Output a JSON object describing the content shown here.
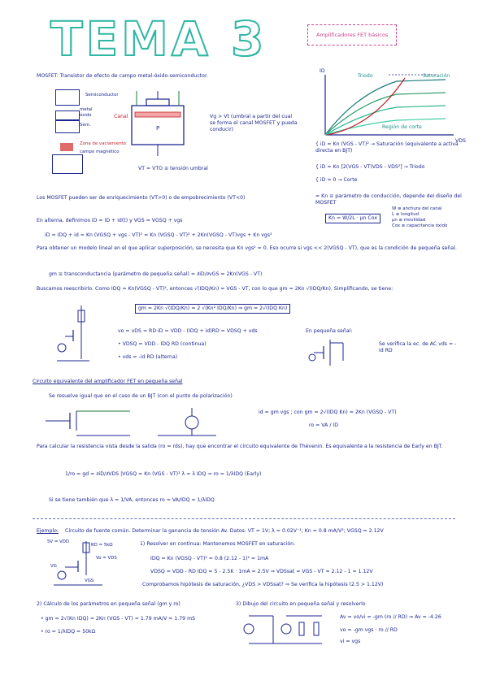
{
  "header": {
    "title": "TEMA 3",
    "subtitle": "Amplificadores FET básicos"
  },
  "mosfet": {
    "definition": "MOSFET: Transistor de efecto de campo metal-óxido-semiconductor.",
    "layer_labels": [
      "Semiconductor",
      "metal",
      "óxido",
      "Sem.",
      "Zona de vaciamiento",
      "campo magnético"
    ],
    "layer_box_label": "P",
    "channel_label": "Canal",
    "threshold_note": "Vg > Vt (umbral a partir del cual se forma el canal MOSFET y pueda conducir)",
    "threshold_def": "VT = VTO ≡ tensión umbral"
  },
  "graph": {
    "labels": [
      "Triodo",
      "Saturación",
      "Región de corte"
    ],
    "axis_id": "ID",
    "axis_vds": "VDS"
  },
  "equations_right": [
    "{ iD = Kn (VGS - VT)² → Saturación (equivalente a activa directa en BJT)",
    "{ iD = Kn [2(VGS - VT)VDS - VDS²] → Triodo",
    "{ iD = 0 → Corte",
    "= Kn ≡ parámetro de conducción, depende del diseño del MOSFET",
    "Kn = W/2L · μn Cox",
    "W ≡ anchura del canal",
    "L ≡ longitud",
    "μn ≡ movilidad",
    "Cox ≡ capacitancia óxido"
  ],
  "body": {
    "enrich": "Los MOSFET pueden ser de enriquecimiento (VT>0) o de empobrecimiento (VT<0)",
    "alternate": "En alterna, definimos iD = ID + id(t) y VGS = VGSQ + vgs",
    "expansion": "iD = IDQ + id = Kn (VGSQ + vgs - VT)² = Kn (VGSQ - VT)² + 2Kn(VGSQ - VT)vgs + Kn vgs²",
    "linear": "Para obtener un modelo lineal en el que aplicar superposición, se necesita que Kn vgs² ≈ 0. Eso ocurre si vgs << 2(VGSQ - VT), que es la condición de pequeña señal.",
    "gm_def": "gm ≡ transconductancia (parámetro de pequeña señal) = ∂iD/∂vGS = 2Kn(VGS - VT)",
    "reescribir": "Buscamos reescribirlo. Como IDQ = Kn(VGSQ - VT)², entonces √(IDQ/Kn) = VGS - VT, con lo que gm = 2Kn √(IDQ/Kn). Simplificando, se tiene:",
    "gm_result": "gm = 2Kn √(IDQ/Kn) = 2 √(Kn² IDQ/Kn) ⇒ gm = 2√(IDQ Kn)",
    "vo_eq": "vo = vDS = RD·iD = VDD - (IDQ + id)RD = VDSQ + vds",
    "vdsq": "• VDSQ = VDD - IDQ RD (continua)",
    "vds": "• vds = -id RD (alterna)",
    "small_signal": "En pequeña señal:",
    "verify": "Se verifica la ec. de AC vds = -id RD"
  },
  "equivalent": {
    "heading": "Circuito equivalente del amplificador FET en pequeña señal",
    "resolve": "Se resuelve igual que en el caso de un BJT (con el punto de polarización)",
    "id_eq": "id = gm vgs ; con gm = 2√(IDQ Kn) = 2Kn (VGSQ - VT)",
    "ro_eq": "ro = VA / ID",
    "ro_calc": "Para calcular la resistencia vista desde la salida (ro = rds), hay que encontrar el circuito equivalente de Thévenin. Es equivalente a la resistencia de Early en BJT.",
    "ro_formula": "1/ro = gd = ∂iD/∂VDS |VGSQ = Kn (VGS - VT)² λ = λ IDQ ⇒ ro = 1/λIDQ (Early)",
    "lambda": "Si se tiene también que λ = 1/VA, entonces ro = VA/IDQ = 1/λIDQ"
  },
  "example": {
    "label": "Ejemplo:",
    "statement": "Circuito de fuente común. Determinar la ganancia de tensión Av. Datos: VT = 1V; λ = 0.02V⁻¹; Kn = 0.8 mA/V²; VGSQ = 2.12V",
    "circuit_labels": [
      "5V = VDD",
      "RD = 5kΩ",
      "Vo = VDS",
      "VG",
      "VGS"
    ],
    "step1": "1) Resolver en continua: Mantenemos MOSFET en saturación.",
    "idq": "IDQ = Kn (VGSQ - VT)² = 0.8 (2.12 - 1)² = 1mA",
    "vdsq": "VDSQ = VDD - RD IDQ = 5 - 2.5K · 1mA = 2.5V ⇒ VDSsat = VGS - VT = 2.12 - 1 = 1.12V",
    "check": "Comprobamos hipótesis de saturación, ¿VDS > VDSsat? ⇒ Se verifica la hipótesis (2.5 > 1.12V)",
    "step2": "2) Cálculo de los parámetros en pequeña señal (gm y ro)",
    "gm_val": "• gm = 2√(Kn IDQ) = 2Kn (VGS - VT) = 1.79 mA/V ≈ 1.79 mS",
    "ro_val": "• ro = 1/λIDQ = 50kΩ",
    "step3": "3) Dibujo del circuito en pequeña señal y resolverlo",
    "av": "Av = vo/vi = -gm (ro // RD) ⇒ Av = -4.26",
    "vo": "vo = -gm vgs · ro // RD",
    "vi": "vi = vgs"
  }
}
